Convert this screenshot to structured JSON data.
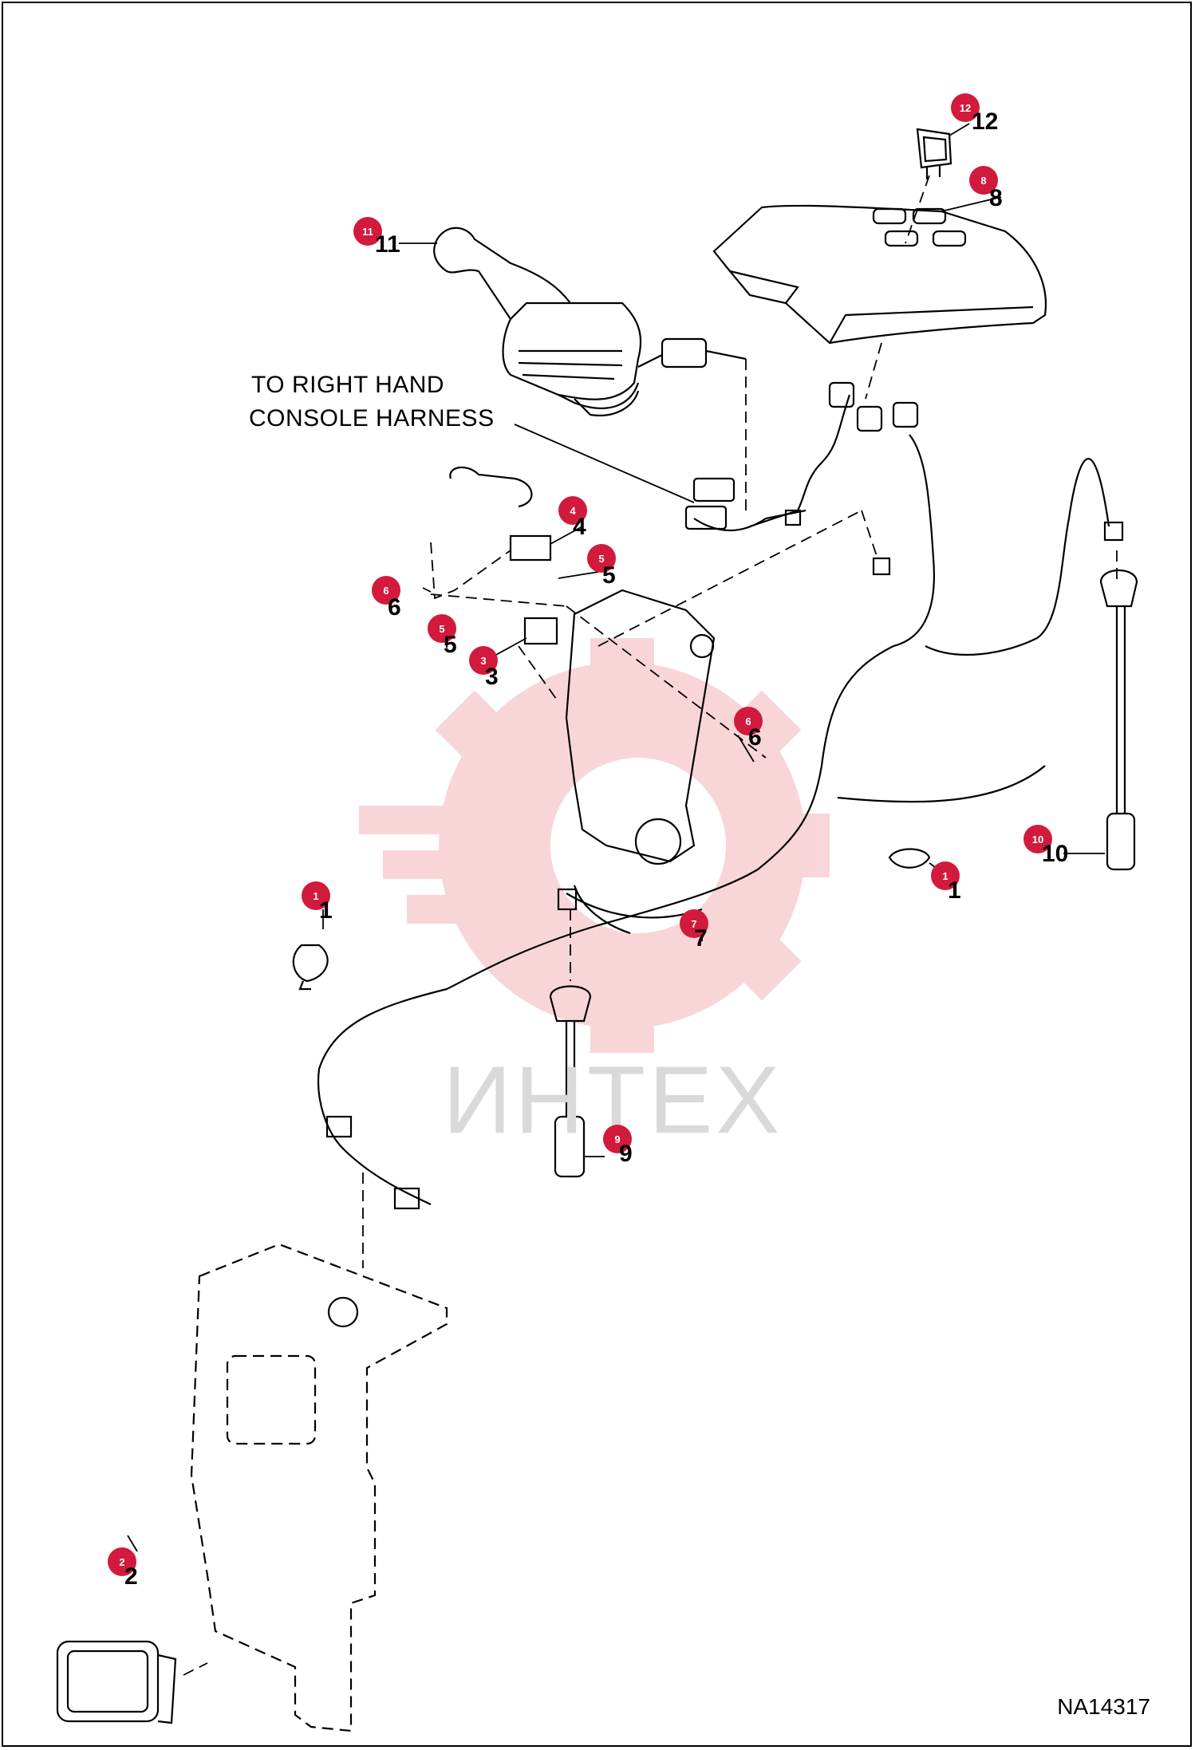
{
  "watermark": {
    "text": "ИНТЕХ"
  },
  "notes": {
    "line1": "TO RIGHT HAND",
    "line2": "CONSOLE HARNESS"
  },
  "figure_id": "NA14317",
  "callouts": [
    {
      "badge": "1",
      "num": "1"
    },
    {
      "badge": "1",
      "num": "1"
    },
    {
      "badge": "2",
      "num": "2"
    },
    {
      "badge": "3",
      "num": "3"
    },
    {
      "badge": "4",
      "num": "4"
    },
    {
      "badge": "5",
      "num": "5"
    },
    {
      "badge": "5",
      "num": "5"
    },
    {
      "badge": "6",
      "num": "6"
    },
    {
      "badge": "6",
      "num": "6"
    },
    {
      "badge": "7",
      "num": "7"
    },
    {
      "badge": "8",
      "num": "8"
    },
    {
      "badge": "9",
      "num": "9"
    },
    {
      "badge": "10",
      "num": "10"
    },
    {
      "badge": "11",
      "num": "11"
    },
    {
      "badge": "12",
      "num": "12"
    }
  ],
  "colors": {
    "badge": "#d11a3c",
    "watermark": "#f6c9cc",
    "line": "#000000"
  }
}
